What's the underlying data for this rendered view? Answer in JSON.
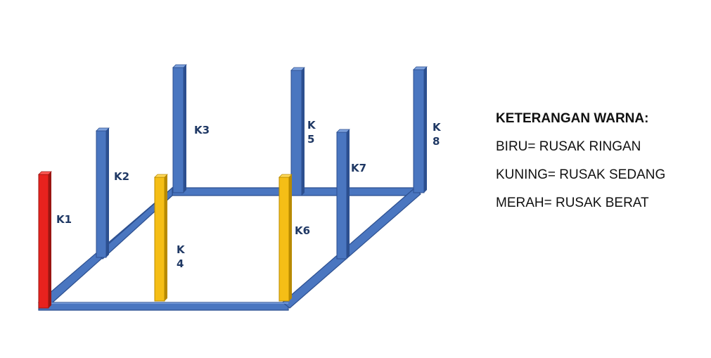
{
  "colors": {
    "blue": "#4a76c0",
    "blue_dark": "#2c4f8f",
    "blue_light": "#7ea2dd",
    "yellow": "#f5be16",
    "yellow_dark": "#b88a00",
    "red": "#e8221e",
    "red_dark": "#9a1512",
    "label": "#1f3864"
  },
  "columns": [
    {
      "id": "K1",
      "label_lines": [
        "K1"
      ],
      "status": "red"
    },
    {
      "id": "K2",
      "label_lines": [
        "K2"
      ],
      "status": "blue"
    },
    {
      "id": "K3",
      "label_lines": [
        "K3"
      ],
      "status": "blue"
    },
    {
      "id": "K4",
      "label_lines": [
        "K",
        "4"
      ],
      "status": "yellow"
    },
    {
      "id": "K5",
      "label_lines": [
        "K",
        "5"
      ],
      "status": "blue"
    },
    {
      "id": "K6",
      "label_lines": [
        "K6"
      ],
      "status": "yellow"
    },
    {
      "id": "K7",
      "label_lines": [
        "K7"
      ],
      "status": "blue"
    },
    {
      "id": "K8",
      "label_lines": [
        "K",
        "8"
      ],
      "status": "blue"
    }
  ],
  "legend": {
    "title": "KETERANGAN WARNA:",
    "items": [
      {
        "text": "BIRU= RUSAK RINGAN",
        "color": "blue"
      },
      {
        "text": "KUNING= RUSAK SEDANG",
        "color": "yellow"
      },
      {
        "text": "MERAH= RUSAK BERAT",
        "color": "red"
      }
    ]
  }
}
